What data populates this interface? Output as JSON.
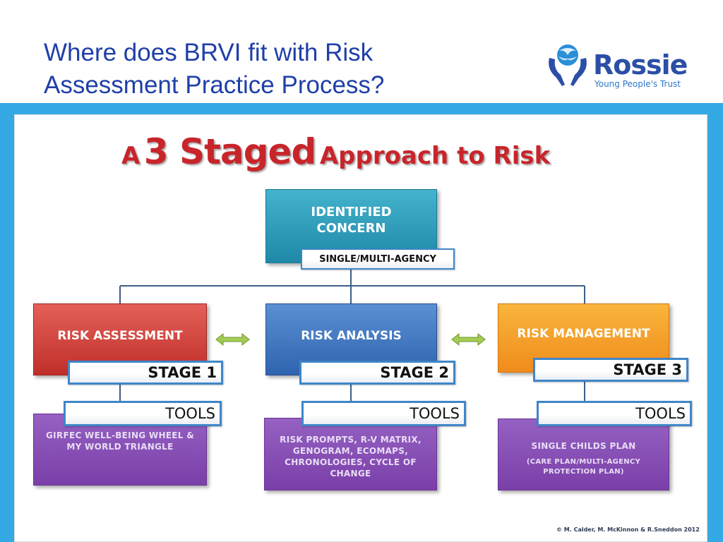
{
  "slide": {
    "title_line1": "Where does BRVI fit with Risk",
    "title_line2": "Assessment Practice Process?"
  },
  "logo": {
    "name": "Rossie",
    "tagline": "Young People's Trust"
  },
  "diagram": {
    "heading_a": "A",
    "heading_num": "3 Staged",
    "heading_rest": "Approach to Risk",
    "top": {
      "line1": "IDENTIFIED",
      "line2": "CONCERN",
      "tag": "SINGLE/MULTI-AGENCY"
    },
    "stages": [
      {
        "title": "RISK ASSESSMENT",
        "stage": "STAGE 1",
        "tools": "TOOLS",
        "desc1": "GIRFEC WELL-BEING WHEEL &",
        "desc2": "MY WORLD TRIANGLE"
      },
      {
        "title": "RISK ANALYSIS",
        "stage": "STAGE 2",
        "tools": "TOOLS",
        "desc1": "RISK PROMPTS, R-V MATRIX,",
        "desc2": "GENOGRAM, ECOMAPS,",
        "desc3": "CHRONOLOGIES, CYCLE OF",
        "desc4": "CHANGE"
      },
      {
        "title": "RISK MANAGEMENT",
        "stage": "STAGE 3",
        "tools": "TOOLS",
        "desc1": "SINGLE CHILDS PLAN",
        "desc2": "(CARE PLAN/MULTI-AGENCY",
        "desc3": "PROTECTION PLAN)"
      }
    ],
    "credit": "© M. Calder, M. McKinnon & R.Sneddon 2012"
  },
  "colors": {
    "title": "#1f3fa8",
    "band": "#35a9e3",
    "heading": "#c8252b",
    "identified": "#2a9ab8",
    "assessment": "#d2443d",
    "analysis": "#3d72be",
    "management": "#f3a02a",
    "tools_box": "#8650b5",
    "arrow": "#9cc44a"
  }
}
